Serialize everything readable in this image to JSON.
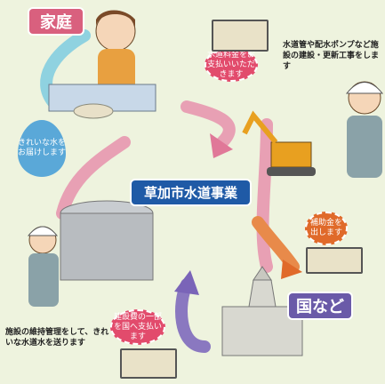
{
  "labels": {
    "home": "家庭",
    "title": "草加市水道事業",
    "nation": "国など"
  },
  "bubbles": {
    "home_pays": "水道料金をお支払いいただきます",
    "nation_subsidy": "補助金を出します",
    "city_pays": "建設費の一部を国へ支払います"
  },
  "drop_text": "きれいな水をお届けします",
  "descriptions": {
    "construction": "水道管や配水ポンプなど施設の建設・更新工事をします",
    "maintenance": "施設の維持管理をして、きれいな水道水を送ります"
  },
  "colors": {
    "arrow_pink": "#e8a0b4",
    "arrow_orange": "#e88a4a",
    "arrow_purple": "#8a78c0",
    "label_blue": "#1f5aa6",
    "label_pink": "#d9607e"
  }
}
